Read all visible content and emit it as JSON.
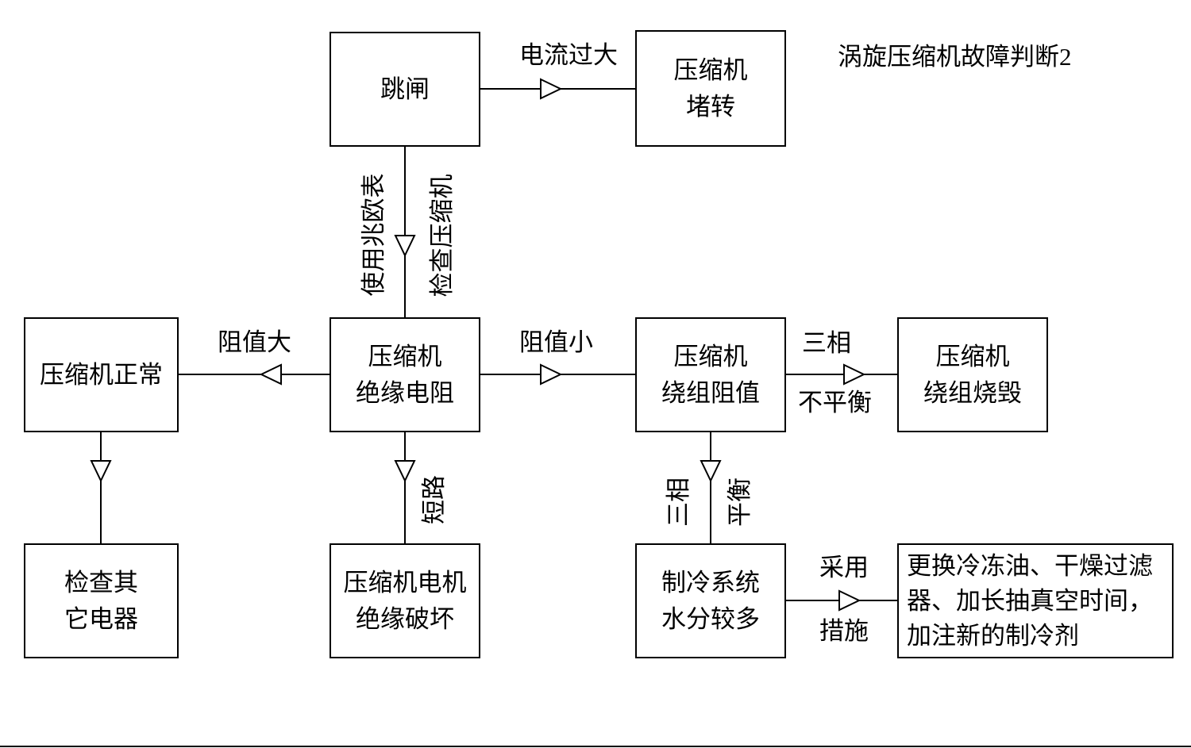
{
  "title": "涡旋压缩机故障判断2",
  "nodes": {
    "trip": {
      "line1": "跳闸"
    },
    "locked_rotor": {
      "line1": "压缩机",
      "line2": "堵转"
    },
    "insulation_resistance": {
      "line1": "压缩机",
      "line2": "绝缘电阻"
    },
    "compressor_normal": {
      "line1": "压缩机正常"
    },
    "check_other_electrics": {
      "line1": "检查其",
      "line2": "它电器"
    },
    "winding_resistance": {
      "line1": "压缩机",
      "line2": "绕组阻值"
    },
    "winding_burnt": {
      "line1": "压缩机",
      "line2": "绕组烧毁"
    },
    "motor_insulation_damaged": {
      "line1": "压缩机电机",
      "line2": "绝缘破坏"
    },
    "system_moisture": {
      "line1": "制冷系统",
      "line2": "水分较多"
    },
    "remedy": {
      "line1": "更换冷冻油、干燥过滤",
      "line2": "器、加长抽真空时间，",
      "line3": "加注新的制冷剂"
    }
  },
  "edge_labels": {
    "overcurrent": "电流过大",
    "use_megohmmeter": "使用兆欧表",
    "check_compressor": "检查压缩机",
    "resistance_large": "阻值大",
    "resistance_small": "阻值小",
    "three_phase_top": "三相",
    "unbalanced": "不平衡",
    "short_circuit": "短路",
    "three_phase_side": "三相",
    "balanced": "平衡",
    "adopt": "采用",
    "measures": "措施"
  }
}
